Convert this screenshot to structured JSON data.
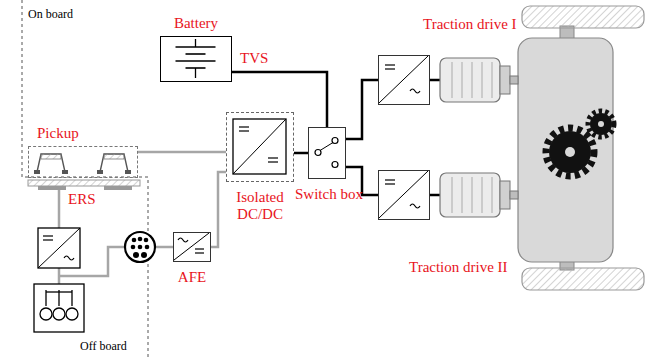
{
  "diagram": {
    "nodes": [
      {
        "text": [
          "Battery"
        ]
      },
      {
        "text": [
          "Traction drive I"
        ]
      },
      {
        "text": [
          "Pickup"
        ]
      },
      {
        "text": [
          "Isolated DC/DC"
        ]
      },
      {
        "text": [
          "Switch box"
        ]
      },
      {
        "text": [
          "AFE"
        ]
      },
      {
        "text": [
          "Traction drive II"
        ]
      }
    ],
    "edges": [
      {
        "from": 0,
        "to": 4,
        "arrow": "none"
      },
      {
        "from": 3,
        "to": 4,
        "arrow": "none"
      },
      {
        "from": 4,
        "to": 1,
        "arrow": "none"
      },
      {
        "from": 4,
        "to": 6,
        "arrow": "none"
      },
      {
        "from": 2,
        "to": 3,
        "arrow": "none"
      },
      {
        "from": 5,
        "to": 3,
        "arrow": "none"
      }
    ],
    "labels": [
      "On board",
      "Off board",
      "TVS",
      "ERS"
    ]
  }
}
